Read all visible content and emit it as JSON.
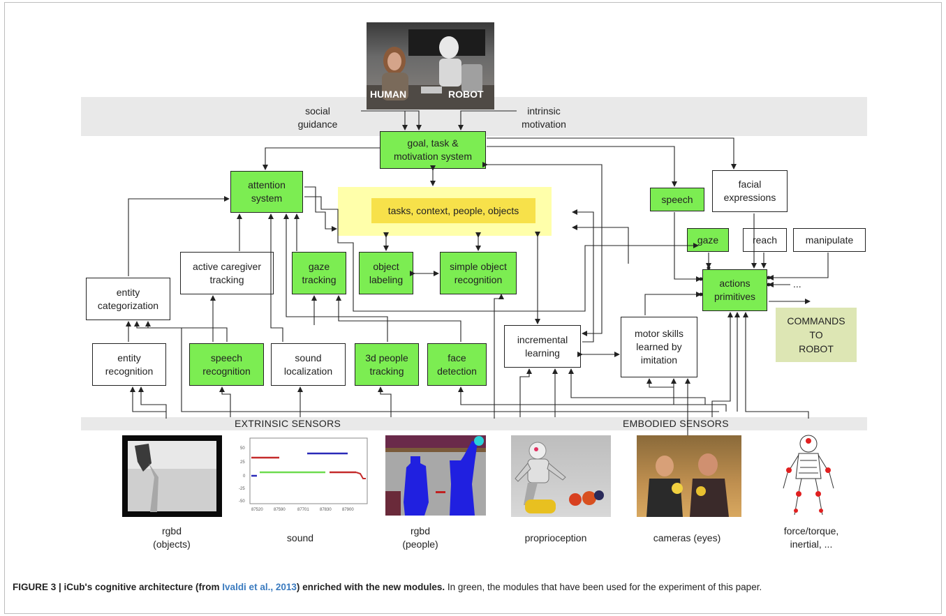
{
  "top_labels": {
    "human": "HUMAN",
    "robot": "ROBOT"
  },
  "inputs": {
    "social_guidance": "social\nguidance",
    "intrinsic_motivation": "intrinsic\nmotivation"
  },
  "modules": {
    "goal_task": "goal, task &\nmotivation system",
    "attention": "attention\nsystem",
    "memory": "tasks, context, people, objects",
    "speech": "speech",
    "facial_expressions": "facial\nexpressions",
    "gaze": "gaze",
    "reach": "reach",
    "manipulate": "manipulate",
    "active_caregiver": "active caregiver\ntracking",
    "gaze_tracking": "gaze\ntracking",
    "object_labeling": "object\nlabeling",
    "simple_object_recognition": "simple object\nrecognition",
    "actions_primitives": "actions\nprimitives",
    "ellipsis": "...",
    "entity_categorization": "entity\ncategorization",
    "commands": "COMMANDS\nTO\nROBOT",
    "entity_recognition": "entity\nrecognition",
    "speech_recognition": "speech\nrecognition",
    "sound_localization": "sound\nlocalization",
    "people_tracking_3d": "3d people\ntracking",
    "face_detection": "face\ndetection",
    "incremental_learning": "incremental\nlearning",
    "motor_skills": "motor skills\nlearned by\nimitation"
  },
  "sensor_groups": {
    "extrinsic": "EXTRINSIC SENSORS",
    "embodied": "EMBODIED SENSORS"
  },
  "sensors": {
    "rgbd_objects": "rgbd\n(objects)",
    "sound": "sound",
    "rgbd_people": "rgbd\n(people)",
    "proprioception": "proprioception",
    "cameras": "cameras (eyes)",
    "force_torque": "force/torque,\ninertial, ..."
  },
  "sound_plot": {
    "yticks": [
      "50",
      "25",
      "0",
      "-25",
      "-50"
    ],
    "xticks": [
      "87520",
      "87590",
      "87701",
      "87830",
      "87900"
    ]
  },
  "caption": {
    "label": "FIGURE 3 | iCub's cognitive architecture (from ",
    "citation": "Ivaldi et al., 2013",
    "label_end": ") enriched with the new modules.",
    "text": " In green, the modules that have been used for the experiment of this paper."
  },
  "colors": {
    "green_module": "#7ced52",
    "memory_outer": "#ffffaa",
    "memory_inner": "#f7e14a",
    "commands": "#dde6b4",
    "band": "#e9e9e9"
  }
}
